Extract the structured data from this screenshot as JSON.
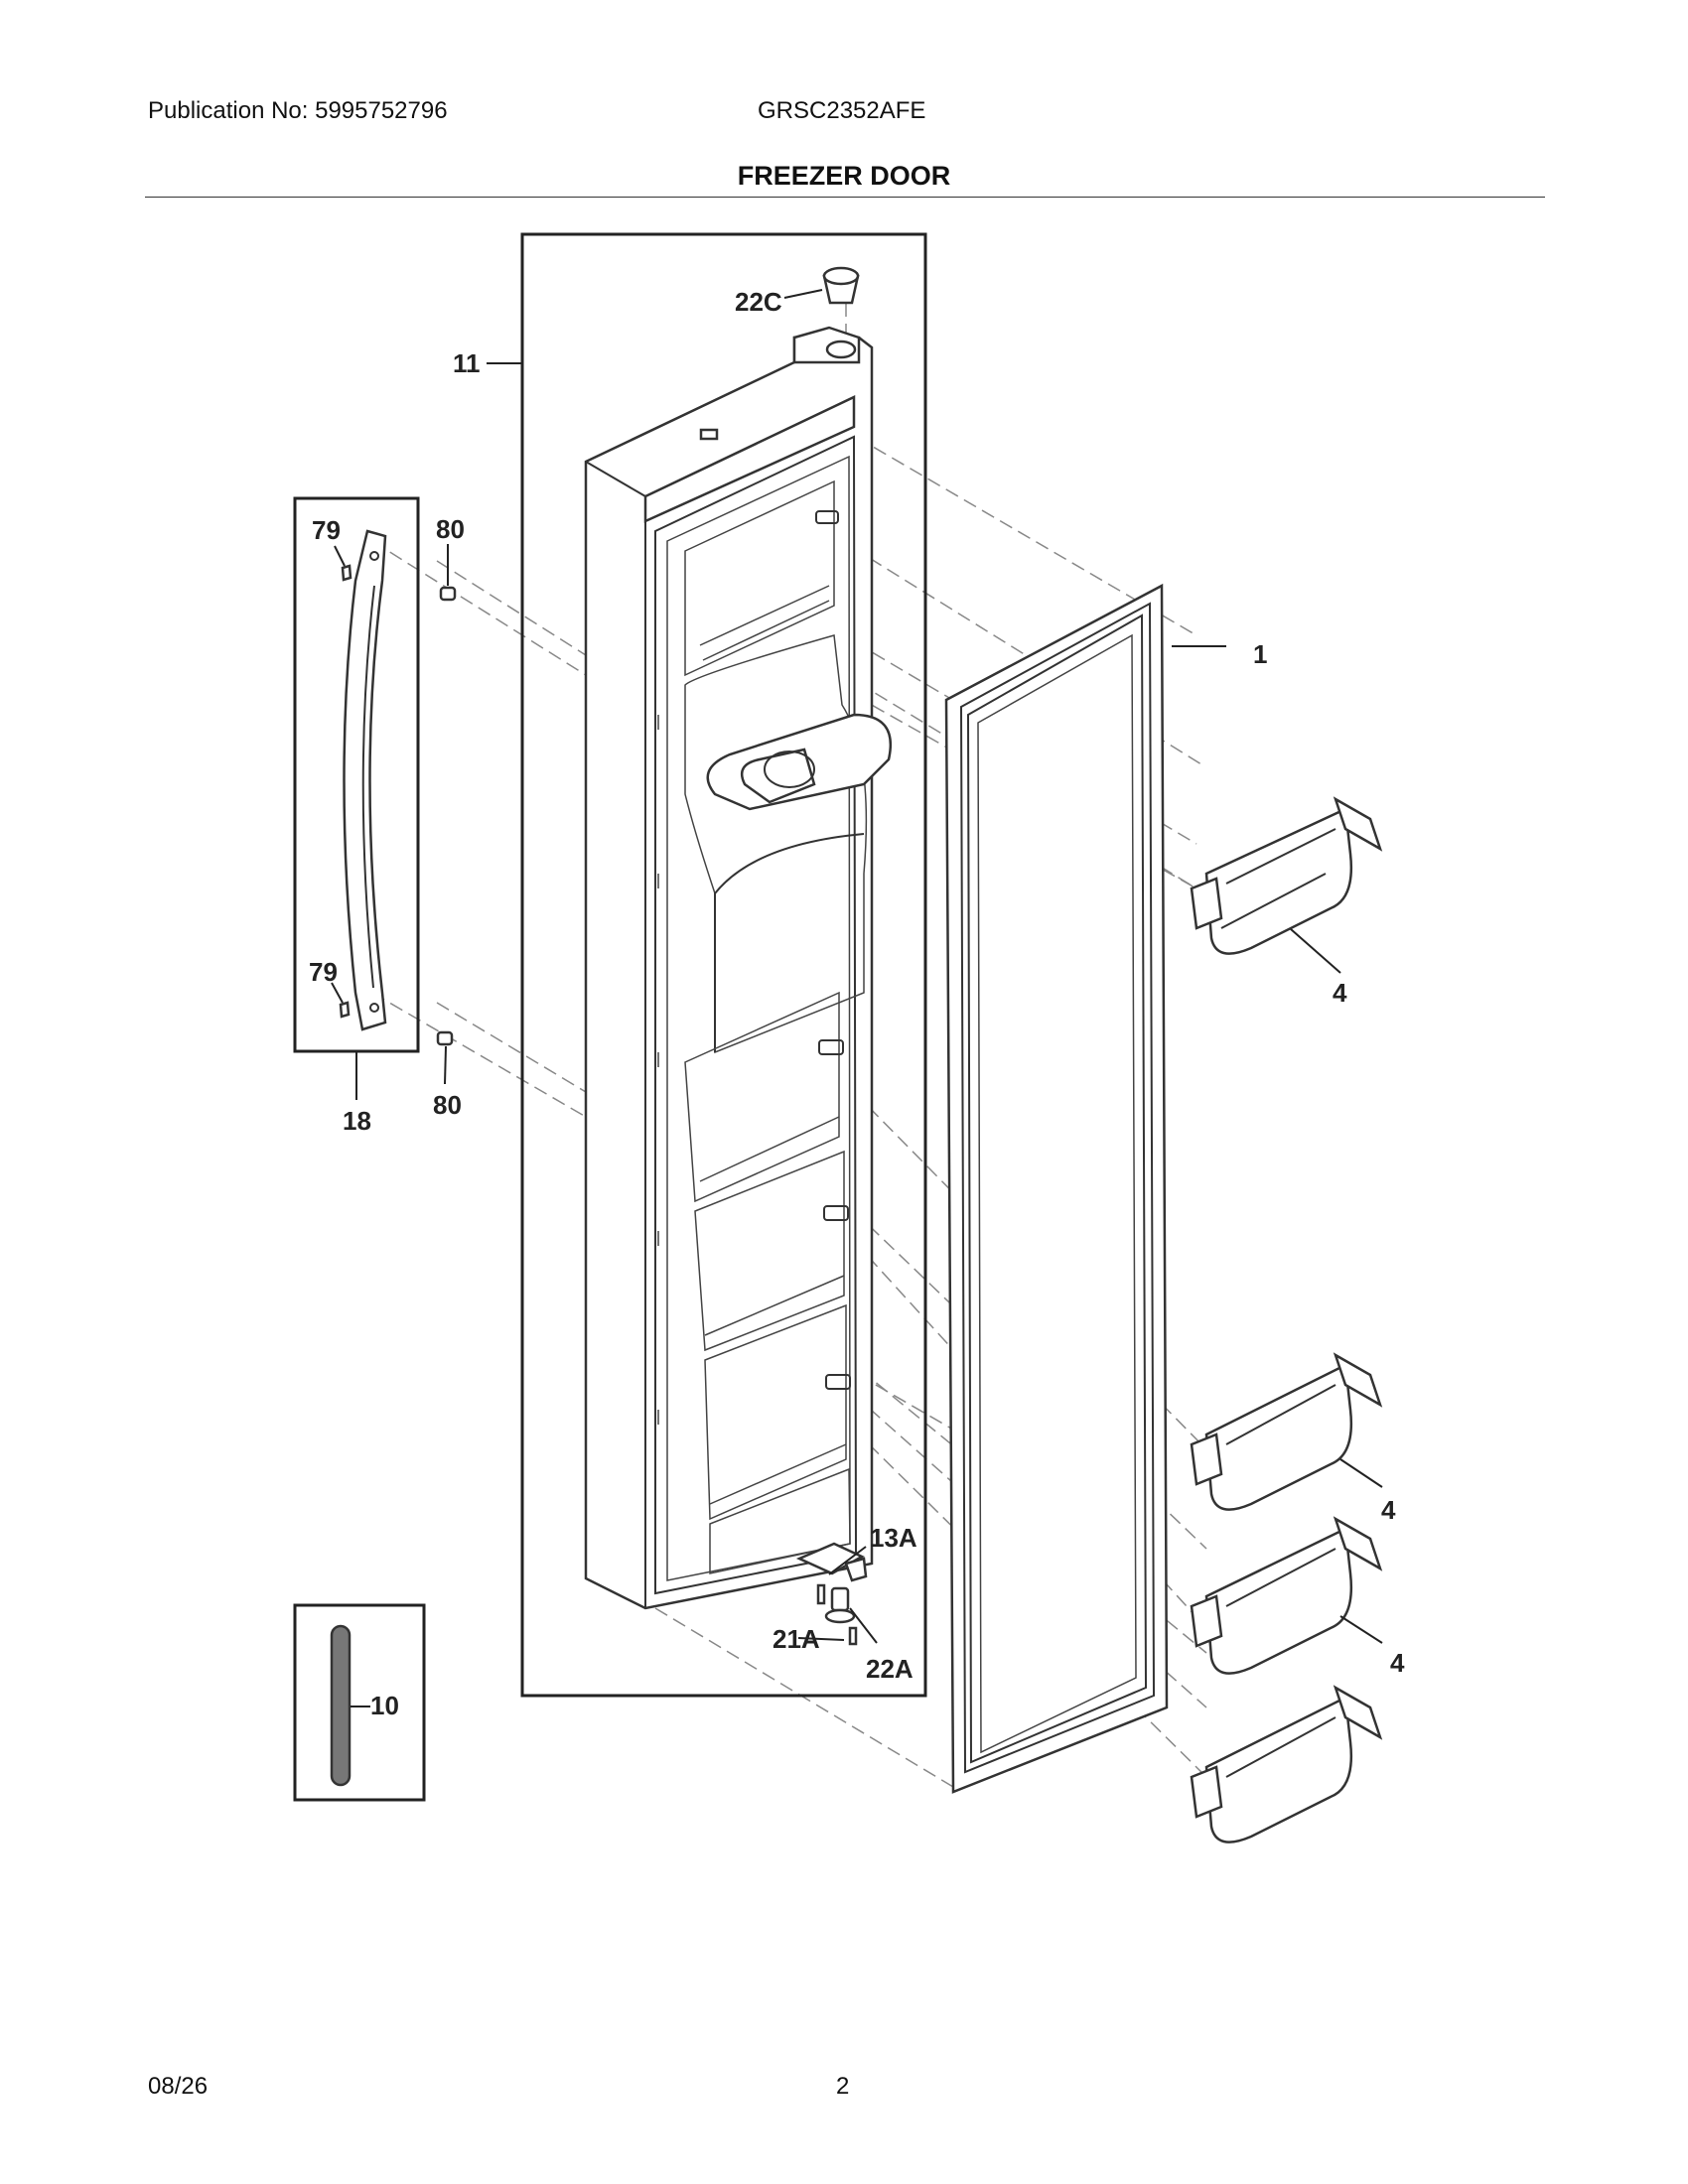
{
  "header": {
    "publication": "Publication No: 5995752796",
    "model": "GRSC2352AFE",
    "title": "FREEZER DOOR"
  },
  "footer": {
    "date": "08/26",
    "page": "2"
  },
  "callouts": {
    "c22C": "22C",
    "c11": "11",
    "c79_top": "79",
    "c80_top": "80",
    "c1": "1",
    "c4_a": "4",
    "c79_bottom": "79",
    "c18": "18",
    "c80_bottom": "80",
    "c4_b": "4",
    "c13A": "13A",
    "c21A": "21A",
    "c22A": "22A",
    "c4_c": "4",
    "c10": "10"
  }
}
